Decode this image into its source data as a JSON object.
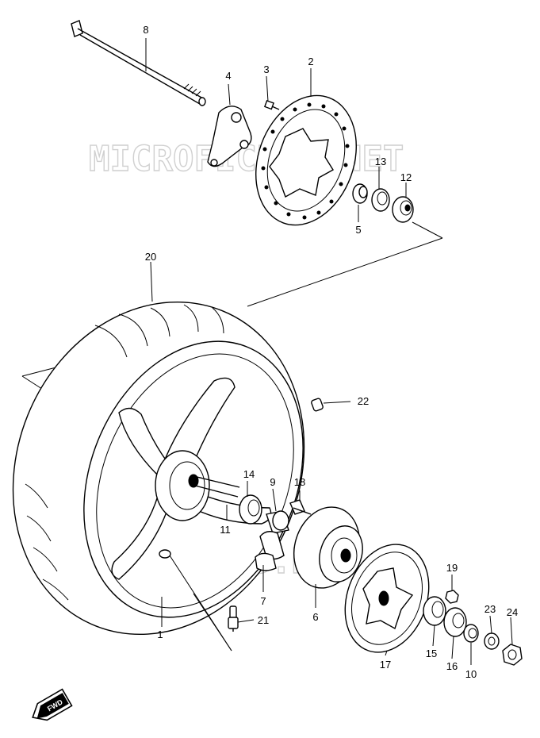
{
  "watermark": {
    "text": "MICROFICHES.NET"
  },
  "direction_badge": {
    "label": "FWD",
    "icon": "arrow-left-down-icon"
  },
  "callouts": [
    {
      "id": "1",
      "label": "1"
    },
    {
      "id": "2",
      "label": "2"
    },
    {
      "id": "3",
      "label": "3"
    },
    {
      "id": "4",
      "label": "4"
    },
    {
      "id": "5",
      "label": "5"
    },
    {
      "id": "6",
      "label": "6"
    },
    {
      "id": "7",
      "label": "7"
    },
    {
      "id": "8",
      "label": "8"
    },
    {
      "id": "9",
      "label": "9"
    },
    {
      "id": "10",
      "label": "10"
    },
    {
      "id": "11",
      "label": "11"
    },
    {
      "id": "12",
      "label": "12"
    },
    {
      "id": "13",
      "label": "13"
    },
    {
      "id": "14",
      "label": "14"
    },
    {
      "id": "15",
      "label": "15"
    },
    {
      "id": "16",
      "label": "16"
    },
    {
      "id": "17",
      "label": "17"
    },
    {
      "id": "18",
      "label": "18"
    },
    {
      "id": "19",
      "label": "19"
    },
    {
      "id": "20",
      "label": "20"
    },
    {
      "id": "21",
      "label": "21"
    },
    {
      "id": "22",
      "label": "22"
    },
    {
      "id": "23",
      "label": "23"
    },
    {
      "id": "24",
      "label": "24"
    }
  ]
}
